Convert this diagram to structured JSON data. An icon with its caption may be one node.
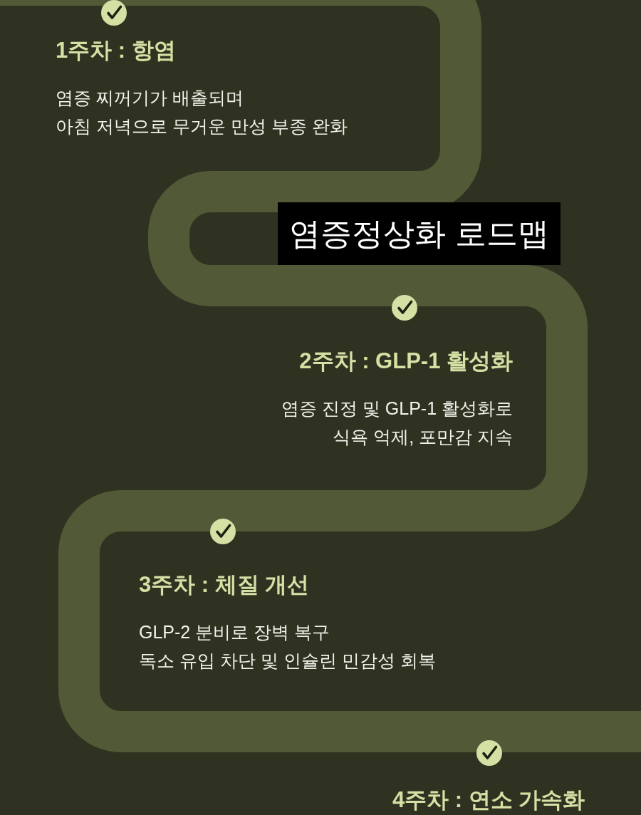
{
  "diagram": {
    "title": "염증정상화 로드맵",
    "nodes": [
      {
        "text": [
          "1주차 : 항염",
          "염증 찌꺼기가 배출되며 아침 저녁으로 무거운 만성 부종 완화"
        ]
      },
      {
        "text": [
          "2주차 : GLP-1 활성화",
          "염증 진정 및 GLP-1 활성화로 식욕 억제, 포만감 지속"
        ]
      },
      {
        "text": [
          "3주차 : 체질 개선",
          "GLP-2 분비로 장벽 복구 독소 유입 차단 및 인슐린 민감성 회복"
        ]
      },
      {
        "text": [
          "4주차 : 연소 가속화"
        ]
      }
    ]
  }
}
